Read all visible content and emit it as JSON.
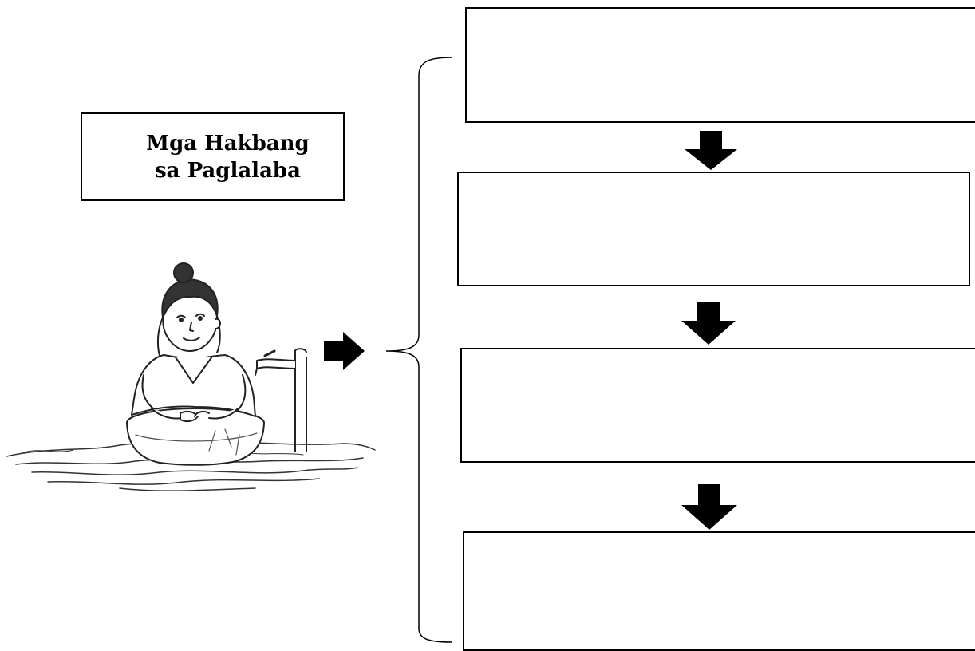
{
  "title": {
    "line1": "Mga Hakbang",
    "line2": "sa Paglalaba"
  },
  "illustration": "girl-washing-clothes-in-basin",
  "steps": [
    {
      "text": ""
    },
    {
      "text": ""
    },
    {
      "text": ""
    },
    {
      "text": ""
    }
  ],
  "icons": {
    "pointer": "right-arrow-icon",
    "flow": "down-arrow-icon",
    "group": "curly-brace"
  }
}
